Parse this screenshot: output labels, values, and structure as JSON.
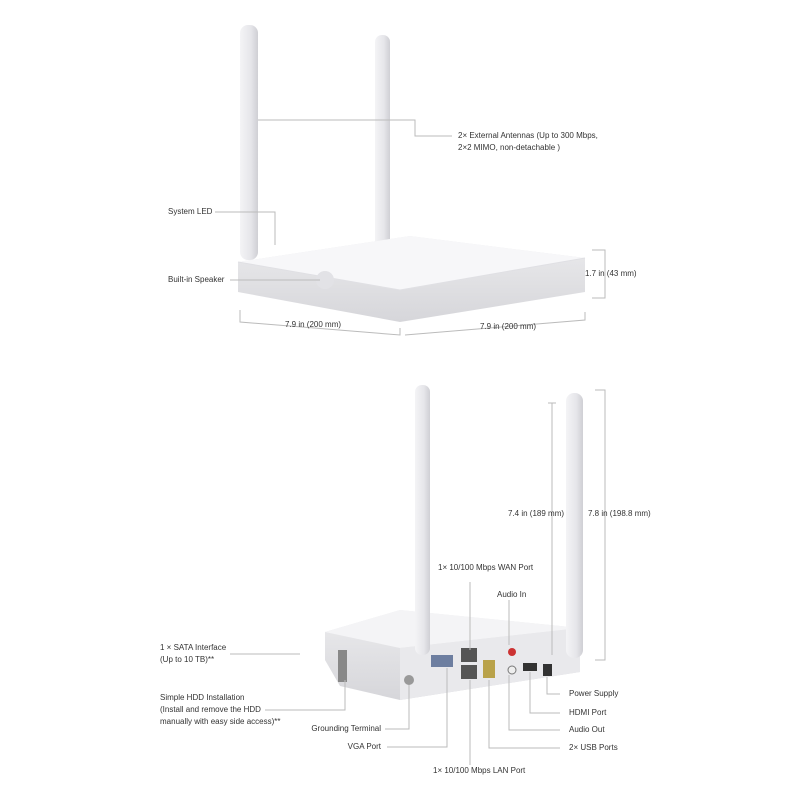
{
  "top_view": {
    "antennas": [
      "2× External Antennas (Up to 300 Mbps,",
      "2×2 MIMO, non-detachable )"
    ],
    "system_led": "System LED",
    "speaker": "Built-in Speaker",
    "height": "1.7 in (43 mm)",
    "width_left": "7.9 in (200 mm)",
    "width_right": "7.9 in (200 mm)"
  },
  "rear_view": {
    "height_short": "7.4 in (189 mm)",
    "height_tall": "7.8 in (198.8 mm)",
    "wan_port": "1× 10/100 Mbps WAN Port",
    "audio_in": "Audio In",
    "sata": [
      "1 × SATA Interface",
      "(Up to 10 TB)**"
    ],
    "hdd": [
      "Simple HDD Installation",
      "(Install and remove the HDD",
      "manually with easy side access)**"
    ],
    "grounding": "Grounding Terminal",
    "vga": "VGA Port",
    "power": "Power Supply",
    "hdmi": "HDMI Port",
    "audio_out": "Audio Out",
    "usb": "2× USB Ports",
    "lan_port": "1× 10/100 Mbps LAN Port"
  }
}
